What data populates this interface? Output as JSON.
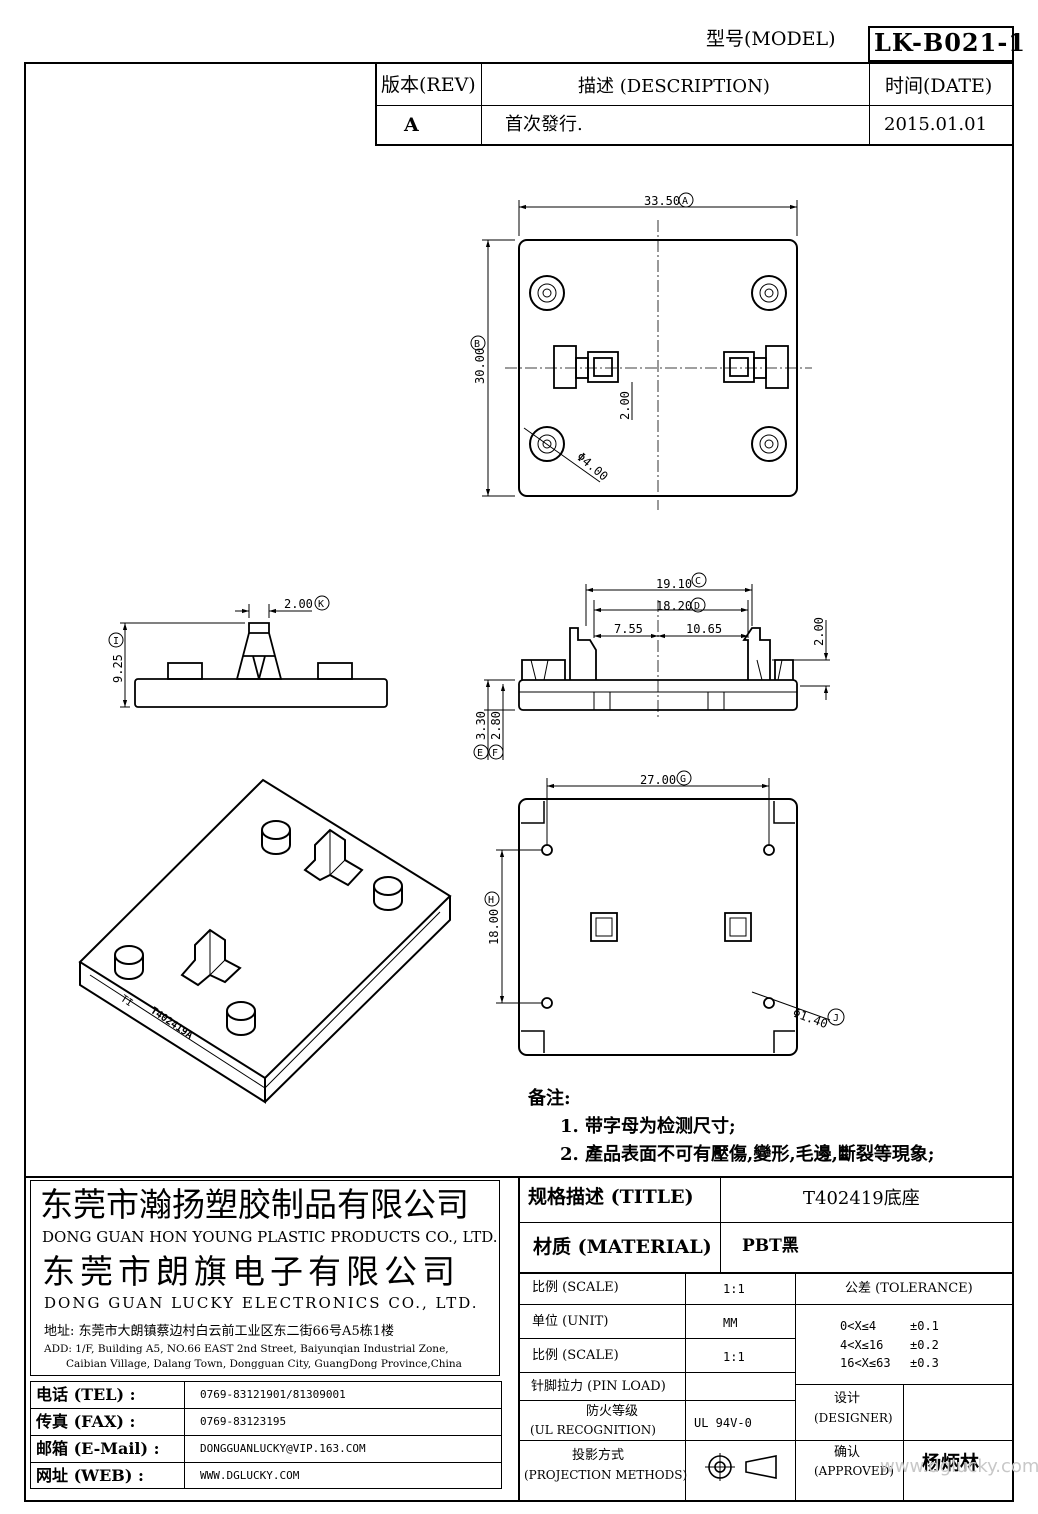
{
  "header": {
    "model_label": "型号(MODEL)",
    "model_value": "LK-B021-1"
  },
  "revision": {
    "rev_header": "版本(REV)",
    "desc_header": "描述 (DESCRIPTION)",
    "date_header": "时间(DATE)",
    "rev": "A",
    "description": "首次發行.",
    "date": "2015.01.01"
  },
  "dimensions": {
    "top_width": "33.50",
    "top_width_tag": "A",
    "top_height": "30.00",
    "top_height_tag": "B",
    "offset_2": "2.00",
    "hole_dia": "Φ4.00",
    "side_pin_width": "2.00",
    "side_pin_tag": "K",
    "side_height": "9.25",
    "side_height_tag": "I",
    "front_outer": "19.10",
    "front_outer_tag": "C",
    "front_inner": "18.20",
    "front_inner_tag": "D",
    "front_left": "7.55",
    "front_right": "10.65",
    "front_pin_h": "2.00",
    "base_h1": "3.30",
    "base_h1_tag": "E",
    "base_h2": "2.80",
    "base_h2_tag": "F",
    "bottom_width": "27.00",
    "bottom_width_tag": "G",
    "bottom_height": "18.00",
    "bottom_height_tag": "H",
    "small_hole": "Φ1.40",
    "small_hole_tag": "J",
    "iso_mark1": "TI",
    "iso_mark2": "T402419A"
  },
  "notes": {
    "title": "备注:",
    "items": [
      "1. 带字母为检测尺寸;",
      "2. 產品表面不可有壓傷,變形,毛邊,斷裂等現象;"
    ]
  },
  "company": {
    "name_cn_1": "东莞市瀚扬塑胶制品有限公司",
    "name_en_1": "DONG GUAN HON YOUNG PLASTIC PRODUCTS CO., LTD.",
    "name_cn_2": "东莞市朗旗电子有限公司",
    "name_en_2": "DONG GUAN LUCKY ELECTRONICS CO., LTD.",
    "address_cn": "地址: 东莞市大朗镇蔡边村白云前工业区东二街66号A5栋1楼",
    "address_en_1": "ADD: 1/F, Building A5, NO.66 EAST 2nd Street, Baiyunqian Industrial Zone,",
    "address_en_2": "Caibian Village, Dalang Town, Dongguan City, GuangDong Province,China"
  },
  "contacts": [
    {
      "label": "电话 (TEL) :",
      "value": "0769-83121901/81309001"
    },
    {
      "label": "传真 (FAX) :",
      "value": "0769-83123195"
    },
    {
      "label": "邮箱 (E-Mail) :",
      "value": "DONGGUANLUCKY@VIP.163.COM"
    },
    {
      "label": "网址 (WEB) :",
      "value": "WWW.DGLUCKY.COM"
    }
  ],
  "spec": {
    "title_label": "规格描述 (TITLE)",
    "title_value": "T402419底座",
    "material_label": "材质 (MATERIAL)",
    "material_value": "PBT黑",
    "scale_label": "比例 (SCALE)",
    "scale_value": "1:1",
    "tolerance_label": "公差 (TOLERANCE)",
    "unit_label": "单位 (UNIT)",
    "unit_value": "MM",
    "scale2_label": "比例 (SCALE)",
    "scale2_value": "1:1",
    "tol_rows": [
      {
        "range": "0<X≤4",
        "value": "±0.1"
      },
      {
        "range": "4<X≤16",
        "value": "±0.2"
      },
      {
        "range": "16<X≤63",
        "value": "±0.3"
      }
    ],
    "pin_load_label": "针脚拉力 (PIN LOAD)",
    "ul_label_1": "防火等级",
    "ul_label_2": "(UL RECOGNITION)",
    "ul_value": "UL 94V-0",
    "designer_label_1": "设计",
    "designer_label_2": "(DESIGNER)",
    "projection_label_1": "投影方式",
    "projection_label_2": "(PROJECTION METHODS)",
    "approved_label_1": "确认",
    "approved_label_2": "(APPROVED)",
    "approved_value": "杨炳林",
    "watermark": "www.dglucky.com"
  }
}
